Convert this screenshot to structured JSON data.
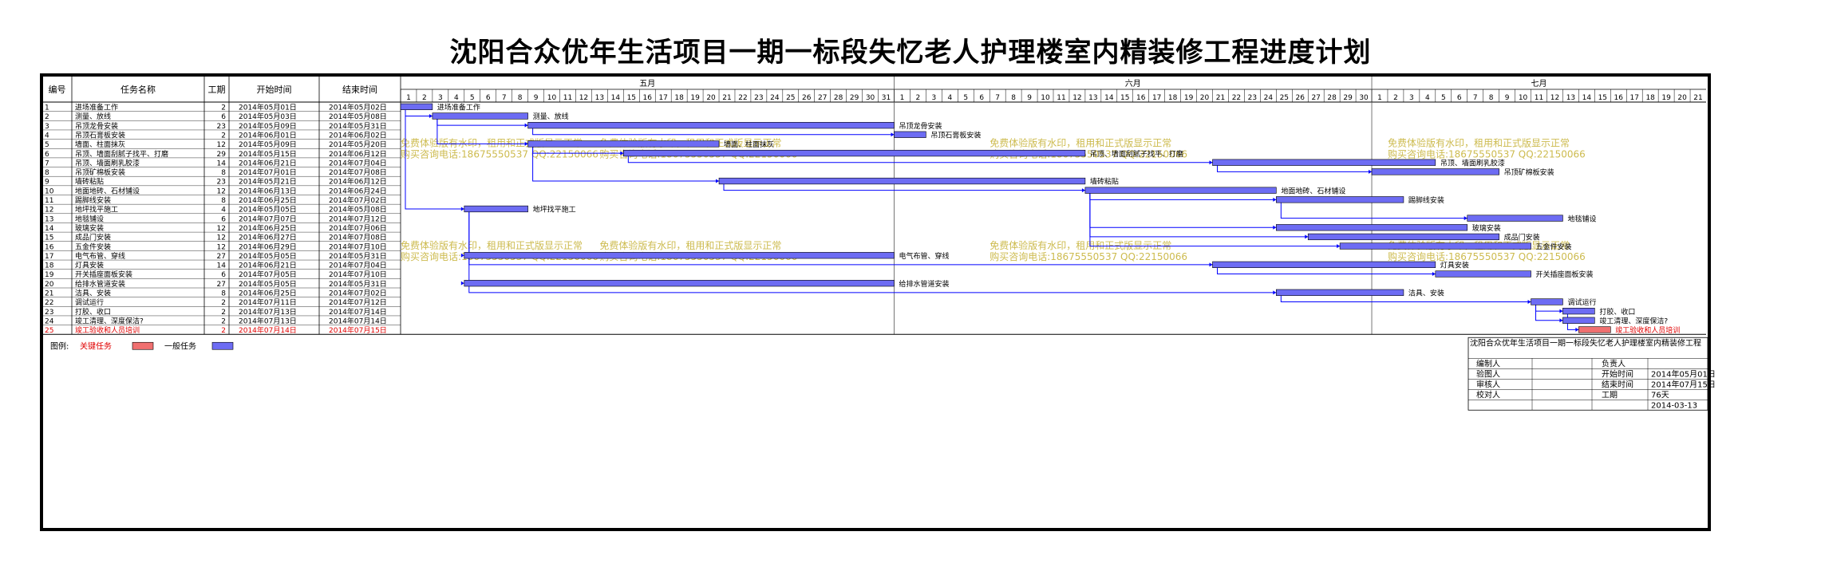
{
  "title": "沈阳合众优年生活项目一期一标段失忆老人护理楼室内精装修工程进度计划",
  "headers": {
    "id": "编号",
    "name": "任务名称",
    "dur": "工期",
    "start": "开始时间",
    "end": "结束时间"
  },
  "months": [
    {
      "label": "五月",
      "days": 31
    },
    {
      "label": "六月",
      "days": 30
    },
    {
      "label": "七月",
      "days": 21
    }
  ],
  "tasks": [
    {
      "id": "1",
      "name": "进场准备工作",
      "dur": "2",
      "start": "2014年05月01日",
      "end": "2014年05月02日",
      "s": 0,
      "d": 2,
      "label": "进场准备工作",
      "critical": false
    },
    {
      "id": "2",
      "name": "测量、放线",
      "dur": "6",
      "start": "2014年05月03日",
      "end": "2014年05月08日",
      "s": 2,
      "d": 6,
      "label": "测量、放线",
      "critical": false
    },
    {
      "id": "3",
      "name": "吊顶龙骨安装",
      "dur": "23",
      "start": "2014年05月09日",
      "end": "2014年05月31日",
      "s": 8,
      "d": 23,
      "label": "吊顶龙骨安装",
      "critical": false
    },
    {
      "id": "4",
      "name": "吊顶石膏板安装",
      "dur": "2",
      "start": "2014年06月01日",
      "end": "2014年06月02日",
      "s": 31,
      "d": 2,
      "label": "吊顶石膏板安装",
      "critical": false
    },
    {
      "id": "5",
      "name": "墙面、柱面抹灰",
      "dur": "12",
      "start": "2014年05月09日",
      "end": "2014年05月20日",
      "s": 8,
      "d": 12,
      "label": "墙面、柱面抹灰",
      "critical": false
    },
    {
      "id": "6",
      "name": "吊顶、墙面刮腻子找平、打磨",
      "dur": "29",
      "start": "2014年05月15日",
      "end": "2014年06月12日",
      "s": 14,
      "d": 29,
      "label": "吊顶、墙面刮腻子找平、打磨",
      "critical": false
    },
    {
      "id": "7",
      "name": "吊顶、墙面刷乳胶漆",
      "dur": "14",
      "start": "2014年06月21日",
      "end": "2014年07月04日",
      "s": 51,
      "d": 14,
      "label": "吊顶、墙面刷乳胶漆",
      "critical": false
    },
    {
      "id": "8",
      "name": "吊顶矿棉板安装",
      "dur": "8",
      "start": "2014年07月01日",
      "end": "2014年07月08日",
      "s": 61,
      "d": 8,
      "label": "吊顶矿棉板安装",
      "critical": false
    },
    {
      "id": "9",
      "name": "墙砖粘贴",
      "dur": "23",
      "start": "2014年05月21日",
      "end": "2014年06月12日",
      "s": 20,
      "d": 23,
      "label": "墙砖粘贴",
      "critical": false
    },
    {
      "id": "10",
      "name": "地面地砖、石材铺设",
      "dur": "12",
      "start": "2014年06月13日",
      "end": "2014年06月24日",
      "s": 43,
      "d": 12,
      "label": "地面地砖、石材铺设",
      "critical": false
    },
    {
      "id": "11",
      "name": "踢脚线安装",
      "dur": "8",
      "start": "2014年06月25日",
      "end": "2014年07月02日",
      "s": 55,
      "d": 8,
      "label": "踢脚线安装",
      "critical": false
    },
    {
      "id": "12",
      "name": "地坪找平施工",
      "dur": "4",
      "start": "2014年05月05日",
      "end": "2014年05月08日",
      "s": 4,
      "d": 4,
      "label": "地坪找平施工",
      "critical": false
    },
    {
      "id": "13",
      "name": "地毯铺设",
      "dur": "6",
      "start": "2014年07月07日",
      "end": "2014年07月12日",
      "s": 67,
      "d": 6,
      "label": "地毯铺设",
      "critical": false
    },
    {
      "id": "14",
      "name": "玻璃安装",
      "dur": "12",
      "start": "2014年06月25日",
      "end": "2014年07月06日",
      "s": 55,
      "d": 12,
      "label": "玻璃安装",
      "critical": false
    },
    {
      "id": "15",
      "name": "成品门安装",
      "dur": "12",
      "start": "2014年06月27日",
      "end": "2014年07月08日",
      "s": 57,
      "d": 12,
      "label": "成品门安装",
      "critical": false
    },
    {
      "id": "16",
      "name": "五金件安装",
      "dur": "12",
      "start": "2014年06月29日",
      "end": "2014年07月10日",
      "s": 59,
      "d": 12,
      "label": "五金件安装",
      "critical": false
    },
    {
      "id": "17",
      "name": "电气布管、穿线",
      "dur": "27",
      "start": "2014年05月05日",
      "end": "2014年05月31日",
      "s": 4,
      "d": 27,
      "label": "电气布管、穿线",
      "critical": false
    },
    {
      "id": "18",
      "name": "灯具安装",
      "dur": "14",
      "start": "2014年06月21日",
      "end": "2014年07月04日",
      "s": 51,
      "d": 14,
      "label": "灯具安装",
      "critical": false
    },
    {
      "id": "19",
      "name": "开关插座面板安装",
      "dur": "6",
      "start": "2014年07月05日",
      "end": "2014年07月10日",
      "s": 65,
      "d": 6,
      "label": "开关插座面板安装",
      "critical": false
    },
    {
      "id": "20",
      "name": "给排水管道安装",
      "dur": "27",
      "start": "2014年05月05日",
      "end": "2014年05月31日",
      "s": 4,
      "d": 27,
      "label": "给排水管道安装",
      "critical": false
    },
    {
      "id": "21",
      "name": "洁具、安装",
      "dur": "8",
      "start": "2014年06月25日",
      "end": "2014年07月02日",
      "s": 55,
      "d": 8,
      "label": "洁具、安装",
      "critical": false
    },
    {
      "id": "22",
      "name": "调试运行",
      "dur": "2",
      "start": "2014年07月11日",
      "end": "2014年07月12日",
      "s": 71,
      "d": 2,
      "label": "调试运行",
      "critical": false
    },
    {
      "id": "23",
      "name": "打胶、收口",
      "dur": "2",
      "start": "2014年07月13日",
      "end": "2014年07月14日",
      "s": 73,
      "d": 2,
      "label": "打胶、收口",
      "critical": false
    },
    {
      "id": "24",
      "name": "竣工清理、深度保洁?",
      "dur": "2",
      "start": "2014年07月13日",
      "end": "2014年07月14日",
      "s": 73,
      "d": 2,
      "label": "竣工清理、深度保洁?",
      "critical": false
    },
    {
      "id": "25",
      "name": "竣工验收和人员培训",
      "dur": "2",
      "start": "2014年07月14日",
      "end": "2014年07月15日",
      "s": 74,
      "d": 2,
      "label": "竣工验收和人员培训",
      "critical": true
    }
  ],
  "links": [
    [
      1,
      2
    ],
    [
      2,
      3
    ],
    [
      3,
      4
    ],
    [
      2,
      5
    ],
    [
      5,
      6
    ],
    [
      6,
      7
    ],
    [
      7,
      8
    ],
    [
      5,
      9
    ],
    [
      9,
      10
    ],
    [
      10,
      11
    ],
    [
      1,
      12
    ],
    [
      11,
      13
    ],
    [
      10,
      14
    ],
    [
      10,
      15
    ],
    [
      10,
      16
    ],
    [
      12,
      17
    ],
    [
      17,
      18
    ],
    [
      18,
      19
    ],
    [
      12,
      20
    ],
    [
      20,
      21
    ],
    [
      21,
      22
    ],
    [
      22,
      23
    ],
    [
      22,
      24
    ],
    [
      23,
      25
    ]
  ],
  "legend": {
    "label": "图例:",
    "critical": "关键任务",
    "normal": "一般任务"
  },
  "colors": {
    "normal": "#6d6cf3",
    "critical": "#f07070",
    "critical_text": "#e00000",
    "watermark": "#c8b43c",
    "link": "#0000ff",
    "grid": "#999999"
  },
  "watermark": {
    "line1": "免费体验版有水印，租用和正式版显示正常",
    "line2": "购买咨询电话:18675550537 QQ:22150066"
  },
  "info_box": {
    "title": "沈阳合众优年生活项目一期一标段失忆老人护理楼室内精装修工程",
    "rows": [
      {
        "l1": "编制人",
        "v1": "",
        "l2": "负责人",
        "v2": ""
      },
      {
        "l1": "验图人",
        "v1": "",
        "l2": "开始时间",
        "v2": "2014年05月01日"
      },
      {
        "l1": "审核人",
        "v1": "",
        "l2": "结束时间",
        "v2": "2014年07月15日"
      },
      {
        "l1": "校对人",
        "v1": "",
        "l2": "工期",
        "v2": "76天"
      },
      {
        "l1": "",
        "v1": "",
        "l2": "",
        "v2": "2014-03-13"
      }
    ]
  }
}
